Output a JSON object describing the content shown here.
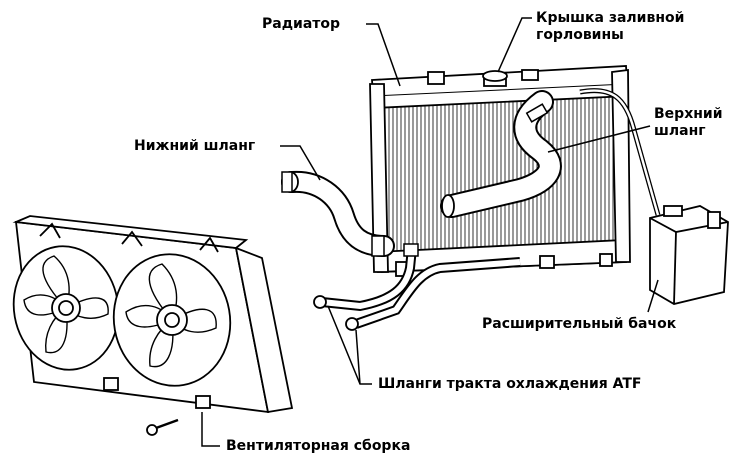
{
  "labels": {
    "radiator": "Радиатор",
    "filler_cap": "Крышка заливной горловины",
    "upper_hose": "Верхний шланг",
    "lower_hose": "Нижний шланг",
    "expansion_tank": "Расширительный бачок",
    "atf_hoses": "Шланги тракта охлаждения ATF",
    "fan_assembly": "Вентиляторная сборка"
  },
  "colors": {
    "line": "#000000",
    "fill": "#ffffff",
    "hatch": "#000000"
  }
}
